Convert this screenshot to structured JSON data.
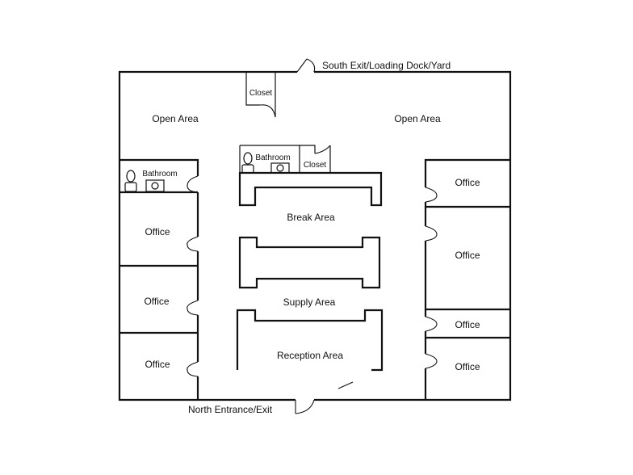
{
  "labels": {
    "south_exit": "South Exit/Loading Dock/Yard",
    "north_entrance": "North Entrance/Exit",
    "closet_top": "Closet",
    "closet_center": "Closet",
    "open_area_left": "Open Area",
    "open_area_right": "Open Area",
    "bathroom_left": "Bathroom",
    "bathroom_center": "Bathroom",
    "break_area": "Break Area",
    "supply_area": "Supply Area",
    "reception_area": "Reception Area",
    "office_left_1": "Office",
    "office_left_2": "Office",
    "office_left_3": "Office",
    "office_right_1": "Office",
    "office_right_2": "Office",
    "office_right_3": "Office",
    "office_right_4": "Office"
  }
}
